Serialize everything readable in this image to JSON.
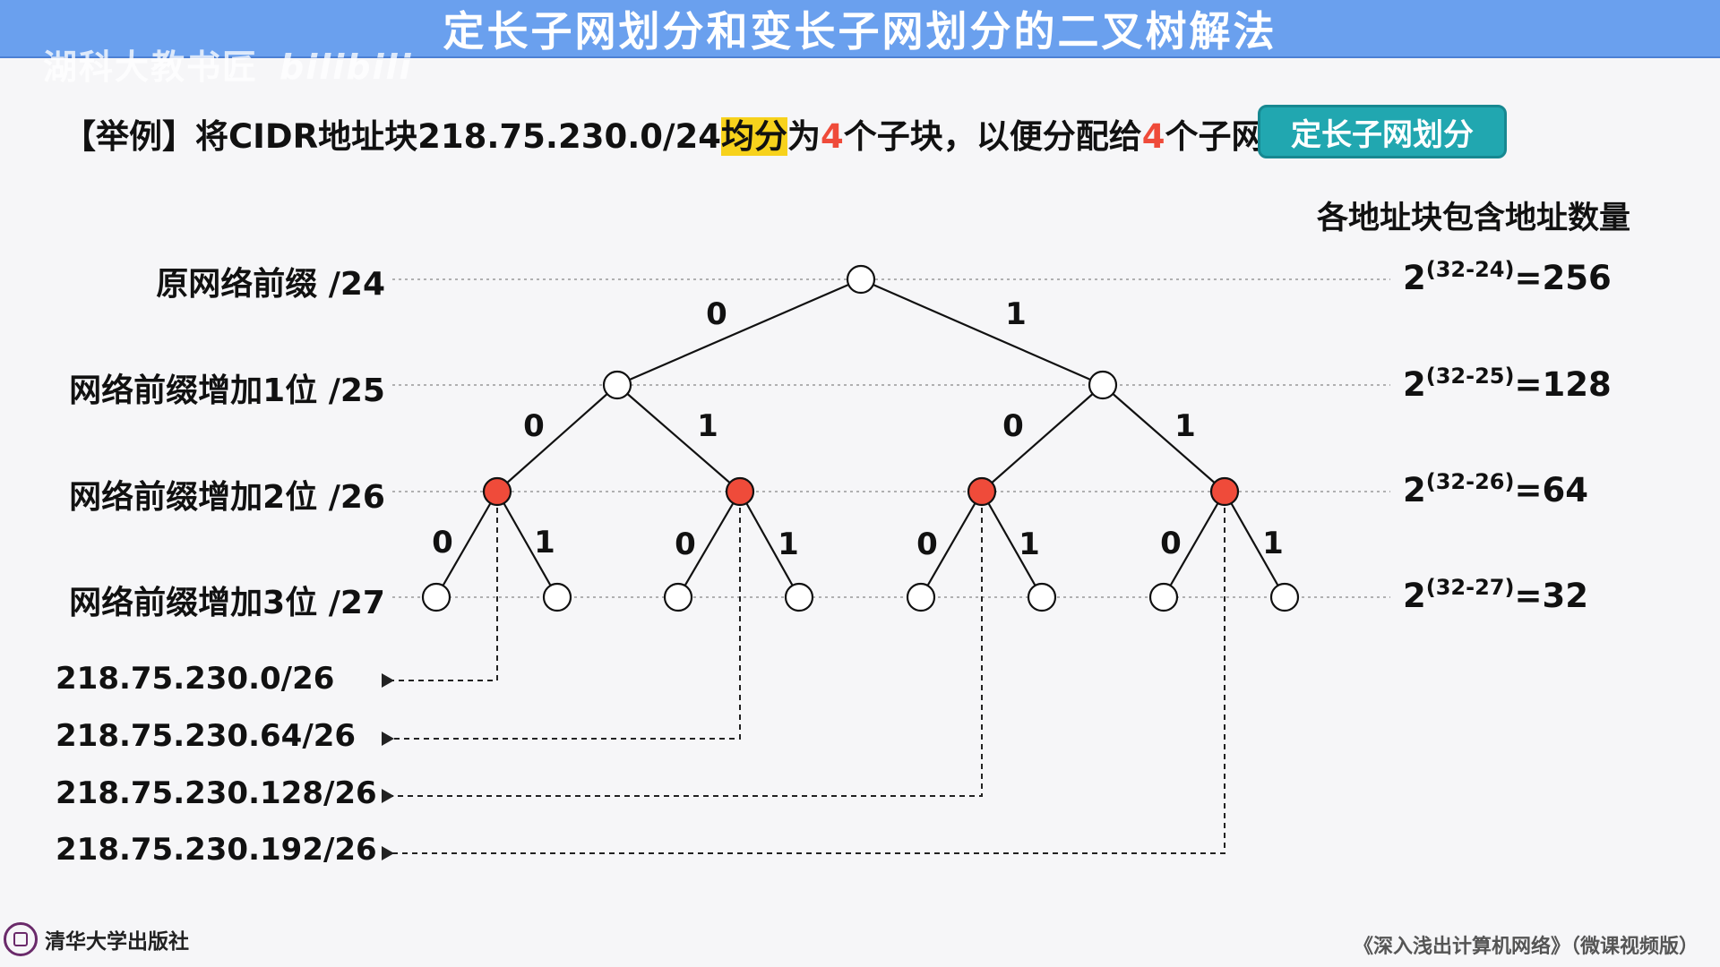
{
  "header": {
    "title": "定长子网划分和变长子网划分的二叉树解法",
    "watermark": "湖科大教书匠",
    "watermark_logo": "bilibili"
  },
  "example": {
    "prefix": "【举例】将CIDR地址块218.75.230.0/24",
    "highlight": "均分",
    "mid1": "为",
    "num1": "4",
    "mid2": "个子块，以便分配给",
    "num2": "4",
    "suffix": "个子网。"
  },
  "mode_button": "定长子网划分",
  "count_header": "各地址块包含地址数量",
  "levels": [
    {
      "label": "原网络前缀 /24",
      "count_base": "2",
      "count_exp": "(32-24)",
      "count_val": "=256"
    },
    {
      "label": "网络前缀增加1位 /25",
      "count_base": "2",
      "count_exp": "(32-25)",
      "count_val": "=128"
    },
    {
      "label": "网络前缀增加2位 /26",
      "count_base": "2",
      "count_exp": "(32-26)",
      "count_val": "=64"
    },
    {
      "label": "网络前缀增加3位 /27",
      "count_base": "2",
      "count_exp": "(32-27)",
      "count_val": "=32"
    }
  ],
  "bits": {
    "zero": "0",
    "one": "1"
  },
  "subnets": [
    "218.75.230.0/26",
    "218.75.230.64/26",
    "218.75.230.128/26",
    "218.75.230.192/26"
  ],
  "footer": {
    "publisher": "清华大学出版社",
    "book": "《深入浅出计算机网络》（微课视频版）"
  },
  "colors": {
    "title_bar": "#6aa0ee",
    "button": "#21a7b0",
    "selected_node": "#ef4b3a",
    "highlight": "#f7d21c"
  }
}
